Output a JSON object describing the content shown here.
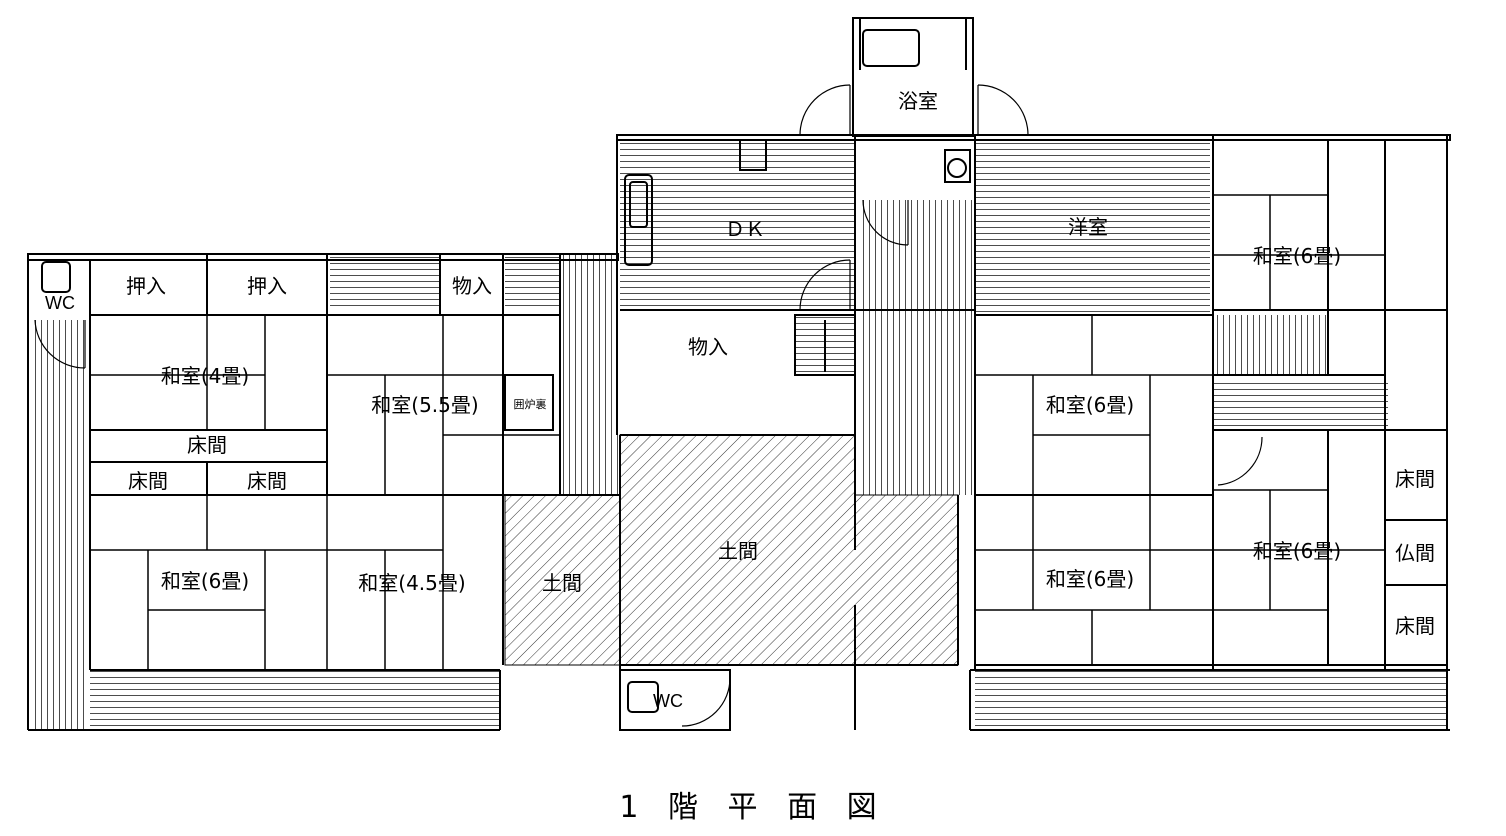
{
  "title": "1 階 平 面 図",
  "rooms": {
    "bath": "浴室",
    "dk": "ＤＫ",
    "western": "洋室",
    "washitsu_6_ne": "和室(6畳)",
    "wc_west": "WC",
    "oshiire_1": "押入",
    "oshiire_2": "押入",
    "monoire_1": "物入",
    "monoire_2": "物入",
    "washitsu_4": "和室(4畳)",
    "washitsu_55": "和室(5.5畳)",
    "irori_ura": "囲炉裏",
    "tokonoma_1": "床間",
    "tokonoma_2": "床間",
    "tokonoma_3": "床間",
    "washitsu_6_mid": "和室(6畳)",
    "washitsu_6_sw": "和室(6畳)",
    "washitsu_45": "和室(4.5畳)",
    "doma_small": "土間",
    "doma_large": "土間",
    "washitsu_6_se": "和室(6畳)",
    "washitsu_6_e": "和室(6畳)",
    "tokonoma_e1": "床間",
    "butsuma": "仏間",
    "tokonoma_e2": "床間",
    "wc_south": "WC"
  }
}
